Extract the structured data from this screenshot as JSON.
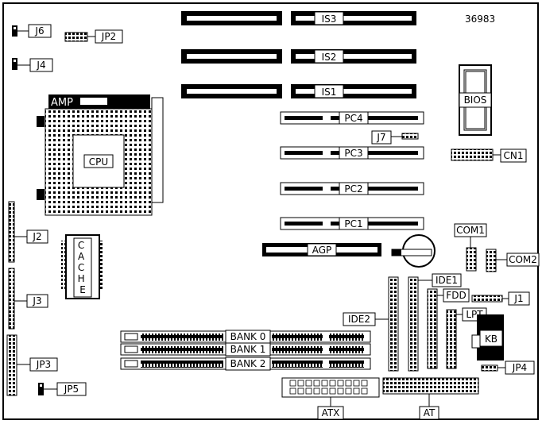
{
  "board": {
    "part_number": "36983",
    "labels": {
      "j6": "J6",
      "jp2": "JP2",
      "j4": "J4",
      "is3": "IS3",
      "is2": "IS2",
      "is1": "IS1",
      "bios": "BIOS",
      "amp": "AMP",
      "cpu": "CPU",
      "pc4": "PC4",
      "j7": "J7",
      "pc3": "PC3",
      "cn1": "CN1",
      "pc2": "PC2",
      "pc1": "PC1",
      "j2": "J2",
      "cache": "CACHE",
      "com1": "COM1",
      "com2": "COM2",
      "agp": "AGP",
      "ide1": "IDE1",
      "j3": "J3",
      "fdd": "FDD",
      "j1": "J1",
      "ide2": "IDE2",
      "lpt": "LPT",
      "bank0": "BANK 0",
      "bank1": "BANK 1",
      "bank2": "BANK 2",
      "kb": "KB",
      "jp3": "JP3",
      "jp4": "JP4",
      "jp5": "JP5",
      "atx": "ATX",
      "at": "AT"
    }
  }
}
